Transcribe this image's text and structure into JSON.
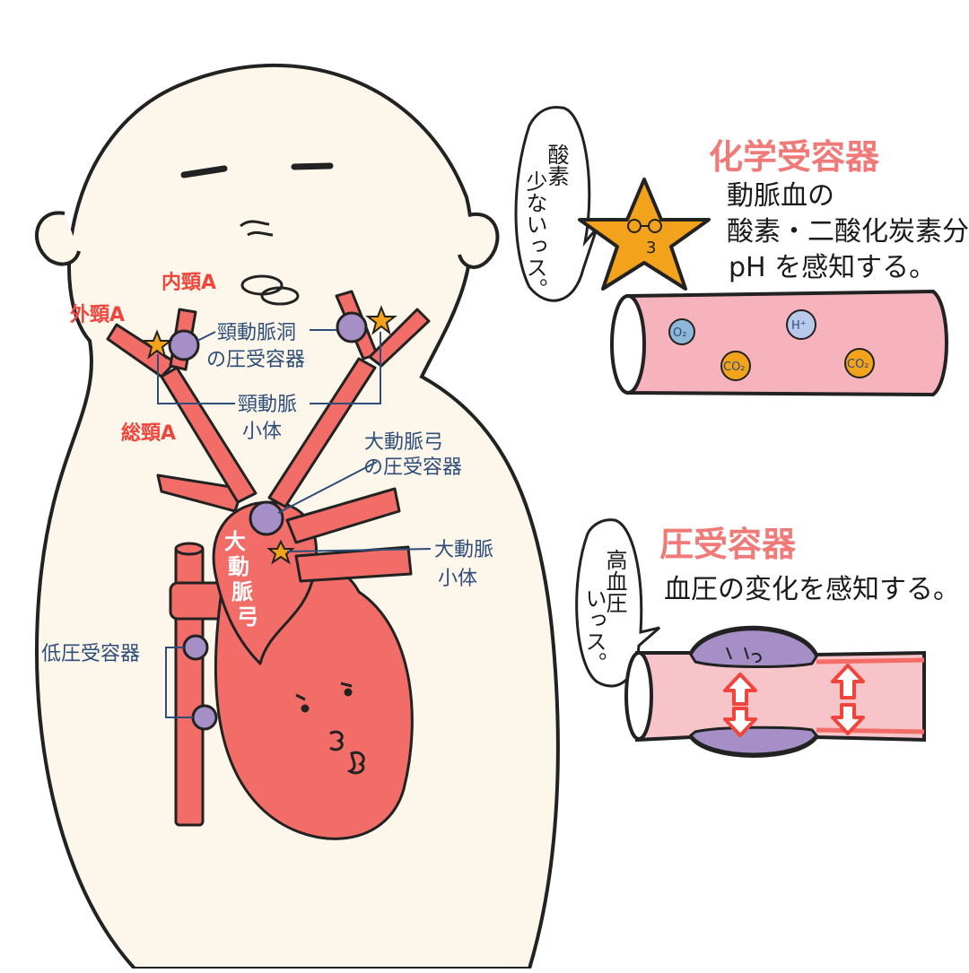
{
  "labels": {
    "external_carotid": "外頸A",
    "internal_carotid": "内頸A",
    "common_carotid": "総頸A",
    "carotid_sinus_baroreceptor_line1": "頸動脈洞",
    "carotid_sinus_baroreceptor_line2": "の圧受容器",
    "carotid_body_line1": "頸動脈",
    "carotid_body_line2": "小体",
    "aortic_arch_baroreceptor_line1": "大動脈弓",
    "aortic_arch_baroreceptor_line2": "の圧受容器",
    "aortic_body_line1": "大動脈",
    "aortic_body_line2": "小体",
    "aortic_arch_vertical": [
      "大",
      "動",
      "脈",
      "弓"
    ],
    "low_pressure_receptor": "低圧受容器"
  },
  "chemoreceptor": {
    "title": "化学受容器",
    "desc_line1": "動脈血の",
    "desc_line2": "酸素・二酸化炭素分圧、",
    "desc_line3": "pH を感知する。",
    "bubble_col1": "酸素",
    "bubble_col2": "少ないっス。",
    "particles": [
      "O₂",
      "H⁺",
      "CO₂",
      "CO₂"
    ]
  },
  "baroreceptor": {
    "title": "圧受容器",
    "desc": "血圧の変化を感知する。",
    "bubble_col1": "高血圧",
    "bubble_col2": "いっス。"
  },
  "colors": {
    "artery": "#f26d68",
    "artery_outline": "#222222",
    "receptor": "#a58fc6",
    "star": "#f2a21b",
    "body_fill": "#fcf7ea",
    "vessel_pink": "#f7b3bb",
    "title_pink": "#f07a78",
    "label_red": "#f0453c",
    "label_blue": "#2e4d79"
  }
}
